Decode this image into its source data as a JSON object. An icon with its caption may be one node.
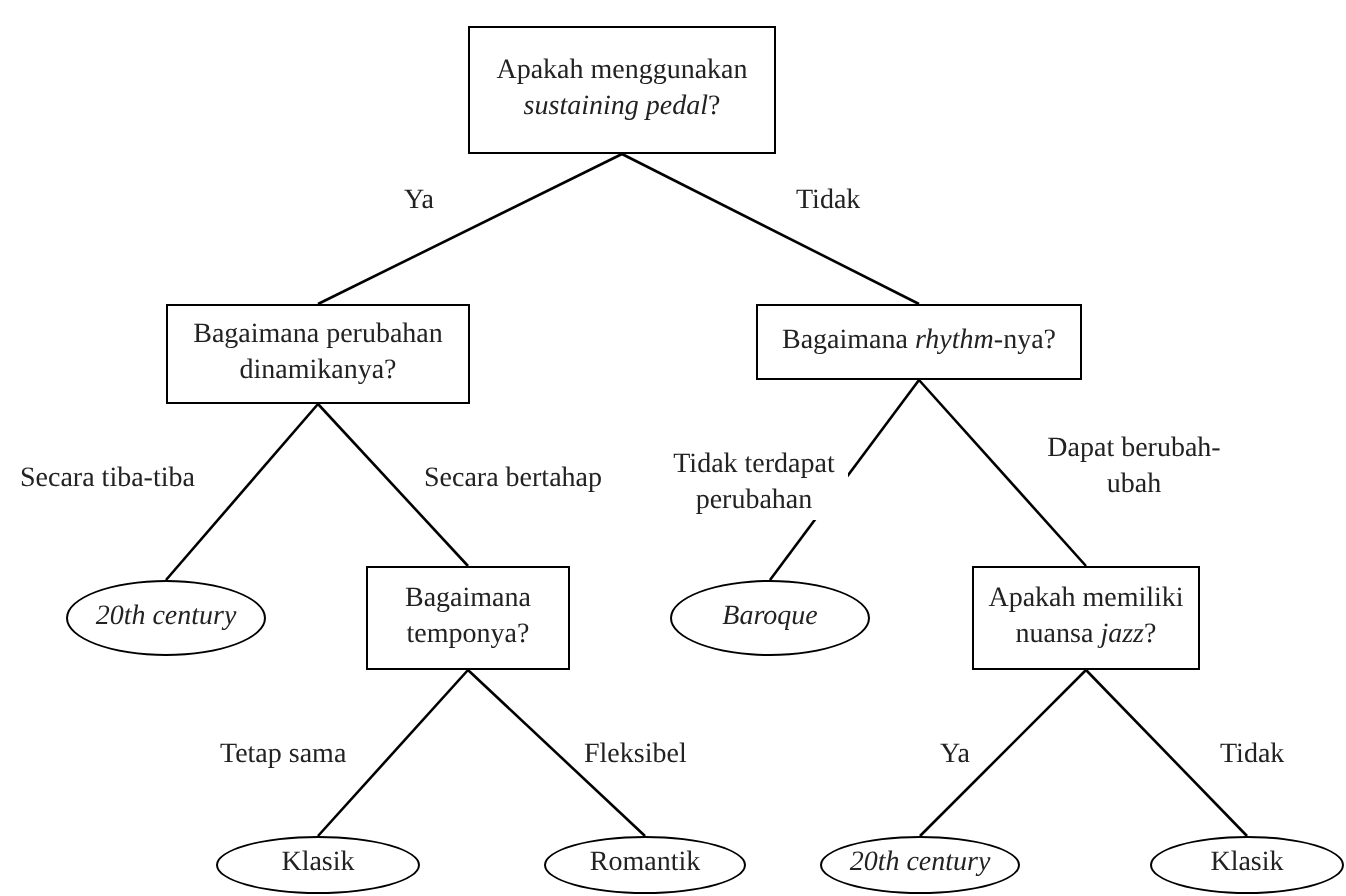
{
  "diagram": {
    "nodes": [
      {
        "text": [
          "Apakah menggunakan *sustaining pedal*?"
        ]
      },
      {
        "text": [
          "Bagaimana perubahan dinamikanya?"
        ]
      },
      {
        "text": [
          "Bagaimana *rhythm*-nya?"
        ]
      },
      {
        "text": [
          "20th century"
        ]
      },
      {
        "text": [
          "Bagaimana temponya?"
        ]
      },
      {
        "text": [
          "Baroque"
        ]
      },
      {
        "text": [
          "Apakah memiliki nuansa *jazz*?"
        ]
      },
      {
        "text": [
          "Klasik"
        ]
      },
      {
        "text": [
          "Romantik"
        ]
      },
      {
        "text": [
          "20th century"
        ]
      },
      {
        "text": [
          "Klasik"
        ]
      }
    ],
    "edges": [
      {
        "from": 0,
        "to": 1,
        "arrow": "none",
        "label": "Ya"
      },
      {
        "from": 0,
        "to": 2,
        "arrow": "none",
        "label": "Tidak"
      },
      {
        "from": 1,
        "to": 3,
        "arrow": "none",
        "label": "Secara tiba-tiba"
      },
      {
        "from": 1,
        "to": 4,
        "arrow": "none",
        "label": "Secara bertahap"
      },
      {
        "from": 2,
        "to": 5,
        "arrow": "none",
        "label": "Tidak terdapat perubahan"
      },
      {
        "from": 2,
        "to": 6,
        "arrow": "none",
        "label": "Dapat berubah-ubah"
      },
      {
        "from": 4,
        "to": 7,
        "arrow": "none",
        "label": "Tetap sama"
      },
      {
        "from": 4,
        "to": 8,
        "arrow": "none",
        "label": "Fleksibel"
      },
      {
        "from": 6,
        "to": 9,
        "arrow": "none",
        "label": "Ya"
      },
      {
        "from": 6,
        "to": 10,
        "arrow": "none",
        "label": "Tidak"
      }
    ]
  }
}
